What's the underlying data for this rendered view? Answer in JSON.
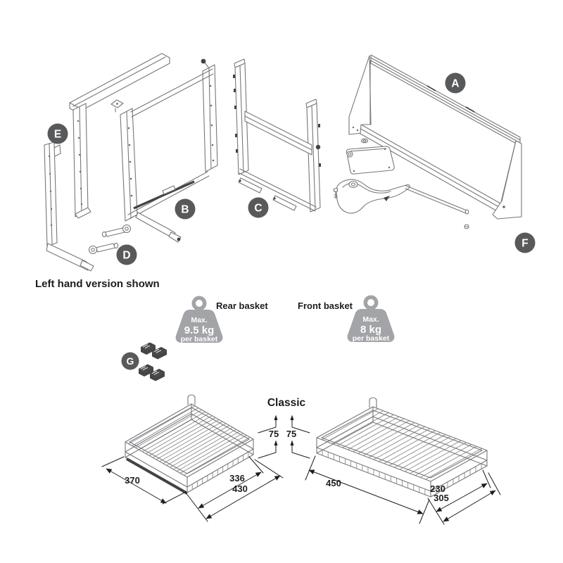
{
  "note": {
    "text": "Left hand version shown"
  },
  "parts": {
    "a": "A",
    "b": "B",
    "c": "C",
    "d": "D",
    "e": "E",
    "f": "F",
    "g": "G"
  },
  "load": {
    "rear": {
      "name": "Rear basket",
      "max": "Max.",
      "value": "9.5 kg",
      "per": "per basket"
    },
    "front": {
      "name": "Front basket",
      "max": "Max.",
      "value": "8 kg",
      "per": "per basket"
    }
  },
  "series": {
    "name": "Classic"
  },
  "baskets": {
    "left": {
      "side": "370",
      "inner": "336",
      "outer": "430",
      "height": "75"
    },
    "right": {
      "side": "450",
      "inner": "230",
      "outer": "305",
      "height": "75"
    }
  },
  "colors": {
    "badge": "#58595b",
    "weight": "#a3a4a8",
    "clip": "#454547",
    "line": "#76777b",
    "ink": "#1d1d1f"
  }
}
